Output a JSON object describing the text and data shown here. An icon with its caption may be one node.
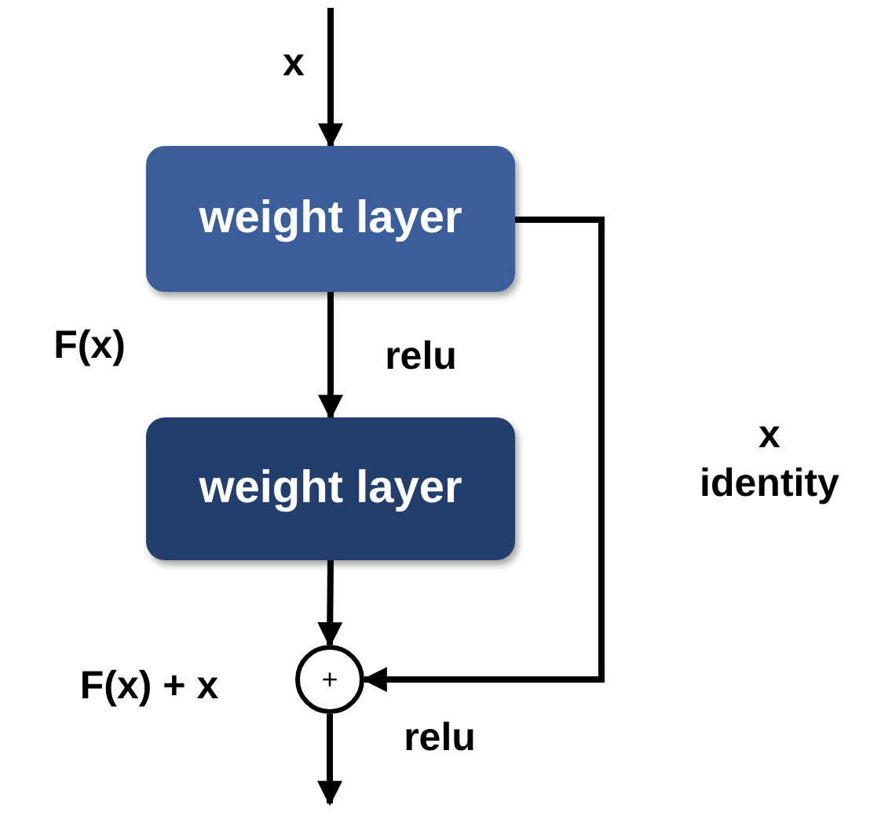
{
  "diagram": {
    "nodes": [
      {
        "text": [
          "weight layer"
        ]
      },
      {
        "text": [
          "weight layer"
        ]
      },
      {
        "text": [
          "+"
        ]
      }
    ],
    "edges": [
      {
        "from": null,
        "to": 0,
        "arrow": "to",
        "label": "x"
      },
      {
        "from": 0,
        "to": 1,
        "arrow": "to",
        "label": "relu"
      },
      {
        "from": 1,
        "to": 2,
        "arrow": "to"
      },
      {
        "from": 0,
        "to": 2,
        "arrow": "to",
        "label": "x identity"
      },
      {
        "from": 2,
        "to": null,
        "arrow": "to",
        "label": "relu"
      }
    ],
    "labels": [
      "F(x)",
      "F(x) + x"
    ]
  }
}
